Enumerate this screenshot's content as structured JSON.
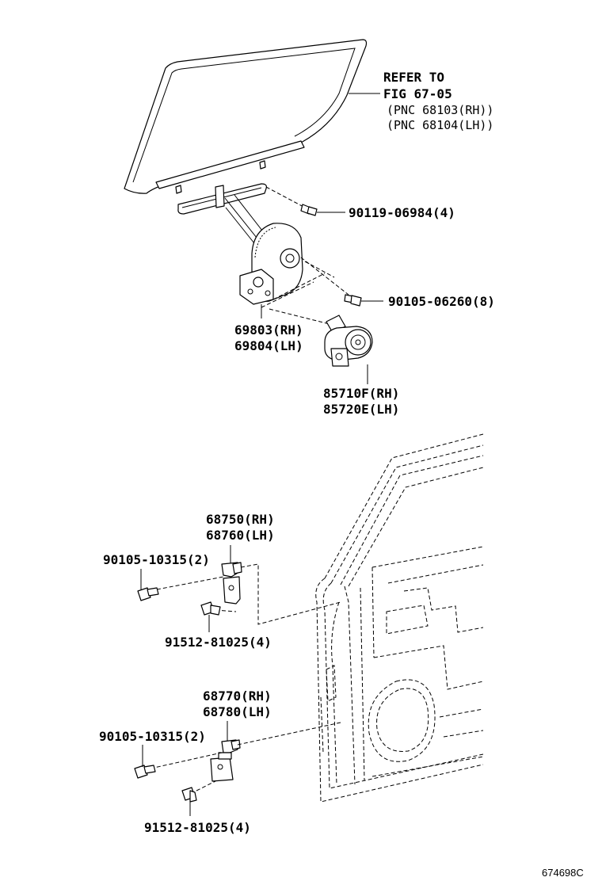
{
  "refer": {
    "line1": "REFER TO",
    "line2": "FIG 67-05",
    "line3": "(PNC 68103(RH))",
    "line4": "(PNC 68104(LH))"
  },
  "parts": {
    "bolt_regulator": "90119-06984(4)",
    "bolt_motor": "90105-06260(8)",
    "regulator_rh": "69803(RH)",
    "regulator_lh": "69804(LH)",
    "motor_rh": "85710F(RH)",
    "motor_lh": "85720E(LH)",
    "upper_hinge_rh": "68750(RH)",
    "upper_hinge_lh": "68760(LH)",
    "upper_hinge_bolt": "90105-10315(2)",
    "upper_hinge_screw": "91512-81025(4)",
    "lower_hinge_rh": "68770(RH)",
    "lower_hinge_lh": "68780(LH)",
    "lower_hinge_bolt": "90105-10315(2)",
    "lower_hinge_screw": "91512-81025(4)"
  },
  "figure_code": "674698C"
}
